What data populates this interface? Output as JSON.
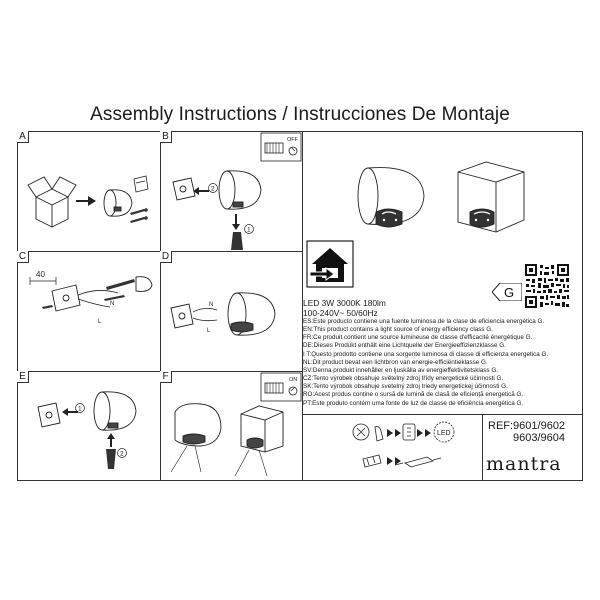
{
  "header": {
    "title": "Assembly Instructions / Instrucciones De Montaje"
  },
  "panels": {
    "a": "A",
    "b": "B",
    "c": "C",
    "d": "D",
    "e": "E",
    "f": "F"
  },
  "switch_labels": {
    "off": "OFF",
    "on": "ON"
  },
  "dimension": {
    "value": "40"
  },
  "wires": {
    "n": "N",
    "l": "L"
  },
  "energy": {
    "class": "G"
  },
  "specs": {
    "line1": "LED 3W 3000K 180lm",
    "line2": "100-240V~ 50/60Hz"
  },
  "languages": [
    "ES:Este producto contiene una fuente luminosa de la clase de eficiencia energética G.",
    "EN:This product contains a light source of energy efficiency class G.",
    "FR:Ce produit contient une source lumineuse de classe d'efficacité énergétique G.",
    "DE:Dieses Produkt enthält eine Lichtquelle der Energieeffizienzklasse G.",
    "I T:Questo prodotto contiene una sorgente luminosa di classe di efficienza energetica G.",
    "NL:Dit product bevat een lichtbron van energie-efficiëntieklasse G.",
    "SV:Denna produkt innehåller en ljuskälla av energieffektivitetsklass G.",
    "CZ:Tento výrobek obsahuje světelný zdroj třídy energetické účinnosti G.",
    "SK:Tento výrobok obsahuje svetelný zdroj triedy energetickej účinnosti G.",
    "RO:Acest produs conține o sursă de lumină de clasă de eficiență energetică G.",
    "PT:Este produto contém uma fonte de luz de classe de eficiência energética G."
  ],
  "reference": {
    "line1": "REF:9601/9602",
    "line2": "9603/9604"
  },
  "brand": {
    "name": "mantra"
  },
  "led_badge": "LED",
  "steps": {
    "one": "1",
    "two": "2"
  }
}
